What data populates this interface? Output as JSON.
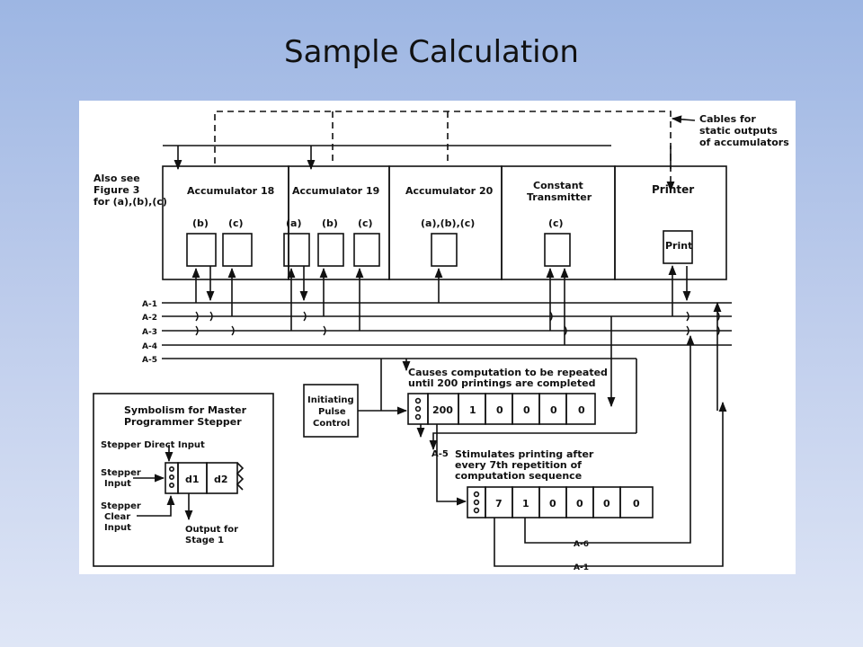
{
  "slide": {
    "title": "Sample Calculation"
  },
  "diagram": {
    "note": [
      "Also see",
      "Figure 3",
      "for (a),(b),(c)"
    ],
    "cables_label": [
      "Cables for",
      "static outputs",
      "of accumulators"
    ],
    "units": [
      {
        "name": "Accumulator 18",
        "ports": [
          "(b)",
          "(c)"
        ]
      },
      {
        "name": "Accumulator 19",
        "ports": [
          "(a)",
          "(b)",
          "(c)"
        ]
      },
      {
        "name": "Accumulator 20",
        "ports": [
          "(a),(b),(c)"
        ]
      },
      {
        "name": [
          "Constant",
          "Transmitter"
        ],
        "ports": [
          "(c)"
        ]
      },
      {
        "name": "Printer",
        "ports": [
          "Print"
        ]
      }
    ],
    "buses": [
      "A-1",
      "A-2",
      "A-3",
      "A-4",
      "A-5"
    ],
    "initiating": [
      "Initiating",
      "Pulse",
      "Control"
    ],
    "stepper1": {
      "caption": [
        "Causes computation to be repeated",
        "until 200 printings are completed"
      ],
      "cells": [
        "200",
        "1",
        "0",
        "0",
        "0",
        "0"
      ]
    },
    "stepper2": {
      "caption": [
        "Stimulates printing after",
        "every 7th repetition of",
        "computation sequence"
      ],
      "cells": [
        "7",
        "1",
        "0",
        "0",
        "0",
        "0"
      ]
    },
    "wire_labels": {
      "a5": "A-5",
      "a6": "A-6",
      "a1": "A-1"
    },
    "legend": {
      "title": [
        "Symbolism for Master",
        "Programmer Stepper"
      ],
      "direct_input": "Stepper Direct Input",
      "stepper_input": [
        "Stepper",
        "Input"
      ],
      "clear_input": [
        "Stepper",
        "Clear",
        "Input"
      ],
      "d1": "d1",
      "d2": "d2",
      "output": [
        "Output for",
        "Stage 1"
      ]
    }
  }
}
